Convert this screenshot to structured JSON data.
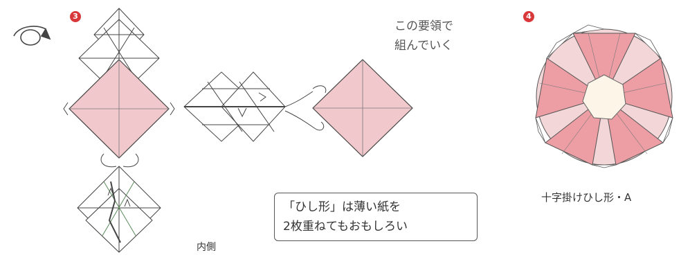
{
  "steps": {
    "step3": {
      "number": "3"
    },
    "step4": {
      "number": "4"
    }
  },
  "notes": {
    "method_line1": "この要領で",
    "method_line2": "組んでいく",
    "inner_side": "内側",
    "tip_line1": "「ひし形」は薄い紙を",
    "tip_line2": "2枚重ねてもおもしろい",
    "result_caption": "十字掛けひし形・A"
  },
  "colors": {
    "paper_pink": "#f1c9cc",
    "result_pink": "#ec9ea4",
    "line": "#444444",
    "step_badge": "#d8383a"
  }
}
